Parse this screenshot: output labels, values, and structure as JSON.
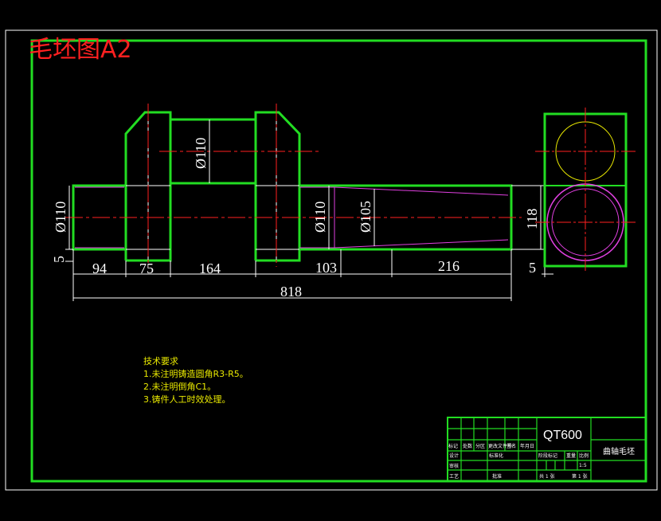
{
  "drawing": {
    "title": "毛坯图A2",
    "dimensions": {
      "d_journal_left": "Ø110",
      "d_journal_mid": "Ø110",
      "d_shaft_right": "Ø110",
      "d_taper": "Ø105",
      "h_side": "118",
      "gap_left": "5",
      "gap_right": "5",
      "len_94": "94",
      "len_75": "75",
      "len_164": "164",
      "len_103": "103",
      "len_216": "216",
      "len_total": "818"
    },
    "tech_notes": {
      "heading": "技术要求",
      "line1": "1.未注明铸造圆角R3-R5。",
      "line2": "2.未注明倒角C1。",
      "line3": "3.铸件人工时效处理。"
    },
    "title_block": {
      "material": "QT600",
      "part_name": "曲轴毛坯",
      "header_row": [
        "标记",
        "处数",
        "分区",
        "更改文件号",
        "签名",
        "年月日"
      ],
      "design": "设计",
      "standard": "标准化",
      "review": "审核",
      "process": "工艺",
      "approve": "批准",
      "stage_mark": "阶段标记",
      "weight": "重量",
      "scale": "比例",
      "scale_value": "1:5",
      "sheets_total": "共 1 张",
      "sheet_no": "第 1 张"
    },
    "colors": {
      "outline": "#22dd22",
      "center_line": "#ff2020",
      "dimension": "#ffffff",
      "hidden": "#e040e0",
      "note_text": "#e8e800",
      "background": "#000000"
    }
  }
}
